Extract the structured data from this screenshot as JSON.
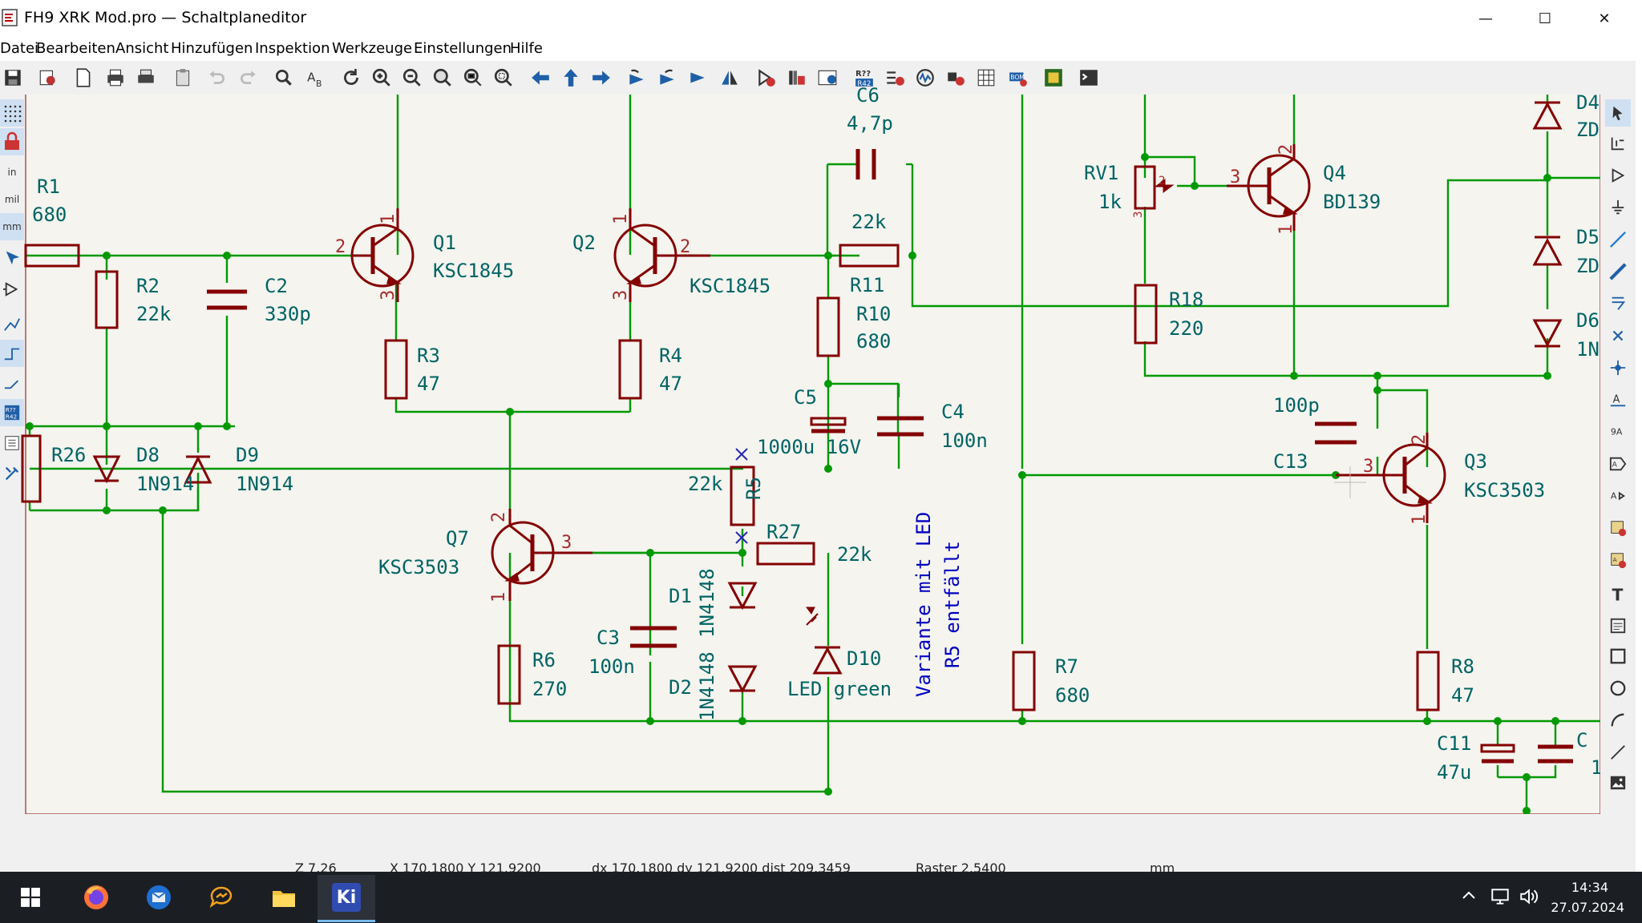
{
  "window": {
    "title": "FH9 XRK Mod.pro — Schaltplaneditor",
    "minimize_glyph": "—",
    "maximize_glyph": "☐",
    "close_glyph": "✕"
  },
  "menu": [
    "Datei",
    "Bearbeiten",
    "Ansicht",
    "Hinzufügen",
    "Inspektion",
    "Werkzeuge",
    "Einstellungen",
    "Hilfe"
  ],
  "left_toolbar": {
    "units_in": "in",
    "units_mil": "mil",
    "units_mm": "mm"
  },
  "schematic": {
    "components": {
      "R1": {
        "ref": "R1",
        "value": "680"
      },
      "R2": {
        "ref": "R2",
        "value": "22k"
      },
      "C2": {
        "ref": "C2",
        "value": "330p"
      },
      "Q1": {
        "ref": "Q1",
        "value": "KSC1845"
      },
      "Q2": {
        "ref": "Q2",
        "value": "KSC1845"
      },
      "C6": {
        "ref": "C6",
        "value": "4,7p"
      },
      "R11": {
        "ref": "R11",
        "value": "22k"
      },
      "R10": {
        "ref": "R10",
        "value": "680"
      },
      "R3": {
        "ref": "R3",
        "value": "47"
      },
      "R4": {
        "ref": "R4",
        "value": "47"
      },
      "C5": {
        "ref": "C5",
        "value": "1000u 16V"
      },
      "C4": {
        "ref": "C4",
        "value": "100n"
      },
      "R26": {
        "ref": "R26"
      },
      "D8": {
        "ref": "D8",
        "value": "1N914"
      },
      "D9": {
        "ref": "D9",
        "value": "1N914"
      },
      "R5": {
        "ref": "R5",
        "value": "22k"
      },
      "Q7": {
        "ref": "Q7",
        "value": "KSC3503"
      },
      "R27": {
        "ref": "R27",
        "value": "22k"
      },
      "D1": {
        "ref": "D1",
        "value": "1N4148"
      },
      "D2": {
        "ref": "D2",
        "value": "1N4148"
      },
      "C3": {
        "ref": "C3",
        "value": "100n"
      },
      "R6": {
        "ref": "R6",
        "value": "270"
      },
      "D10": {
        "ref": "D10",
        "value": "LED green"
      },
      "RV1": {
        "ref": "RV1",
        "value": "1k"
      },
      "Q4": {
        "ref": "Q4",
        "value": "BD139"
      },
      "R18": {
        "ref": "R18",
        "value": "220"
      },
      "C13": {
        "ref": "C13",
        "value": "100p"
      },
      "Q3": {
        "ref": "Q3",
        "value": "KSC3503"
      },
      "R7": {
        "ref": "R7",
        "value": "680"
      },
      "R8": {
        "ref": "R8",
        "value": "47"
      },
      "C11": {
        "ref": "C11",
        "value": "47u"
      },
      "D4": {
        "ref": "D4",
        "value": "ZD"
      },
      "D5": {
        "ref": "D5",
        "value": "ZD"
      },
      "D6": {
        "ref": "D6",
        "value": "1N"
      },
      "Cx": {
        "ref": "C",
        "value": "1"
      }
    },
    "note_line1": "Variante mit LED",
    "note_line2": "R5 entfällt",
    "pins": {
      "one": "1",
      "two": "2",
      "three": "3"
    }
  },
  "status": {
    "zoom": "Z 7.26",
    "coords": "X 170.1800  Y 121.9200",
    "delta": "dx 170.1800  dy 121.9200  dist 209.3459",
    "grid": "Raster 2.5400",
    "units": "mm"
  },
  "taskbar": {
    "time": "14:34",
    "date": "27.07.2024",
    "kicad_label": "Ki"
  },
  "colors": {
    "wire": "#009900",
    "component": "#840000",
    "junction": "#009900",
    "text": "#006464",
    "note": "#0000c2"
  }
}
